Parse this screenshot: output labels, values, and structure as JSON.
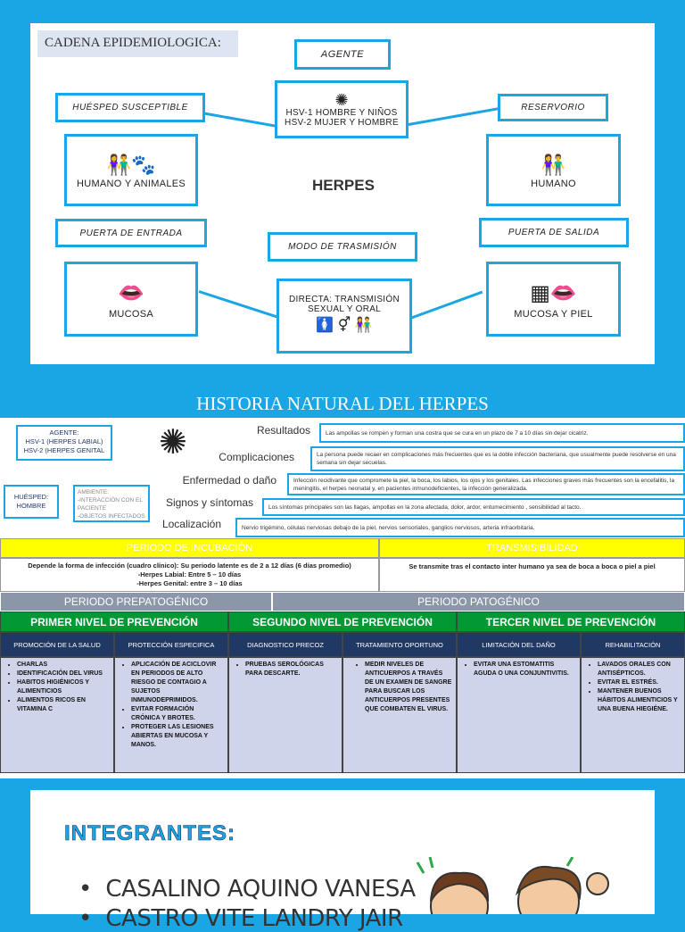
{
  "cadena": {
    "title": "CADENA EPIDEMIOLOGICA:",
    "agente_label": "AGENTE",
    "agente_text": [
      "HSV-1 HOMBRE Y NIÑOS",
      "HSV-2 MUJER Y HOMBRE"
    ],
    "huesped_label": "HUÉSPED SUSCEPTIBLE",
    "huesped_text": "HUMANO Y ANIMALES",
    "reservorio_label": "RESERVORIO",
    "reservorio_text": "HUMANO",
    "center": "HERPES",
    "entrada_label": "PUERTA DE ENTRADA",
    "entrada_text": "MUCOSA",
    "salida_label": "PUERTA DE SALIDA",
    "salida_text": "MUCOSA Y PIEL",
    "modo_label": "MODO DE TRASMISIÓN",
    "modo_text": [
      "DIRECTA: TRANSMISIÓN",
      "SEXUAL Y ORAL"
    ]
  },
  "historia": {
    "title": "HISTORIA NATURAL DEL HERPES",
    "agente": [
      "AGENTE:",
      "HSV-1 (HERPES LABIAL)",
      "HSV-2 (HERPES GENITAL"
    ],
    "huesped": [
      "HUÉSPED:",
      "HOMBRE"
    ],
    "ambiente": [
      "AMBIENTE:",
      "-INTERACCIÓN CON EL",
      "PACIENTE",
      "-OBJETOS INFECTADOS"
    ],
    "rows": [
      {
        "label": "Resultados",
        "text": "Las ampollas se rompen y forman una costra que se cura en un plazo de 7 a 10 días sin dejar cicatriz."
      },
      {
        "label": "Complicaciones",
        "text": "La persona puede recaer en complicaciones más frecuentes que es la doble infección bacteriana, que usualmente puede resolverse en una semana sin dejar secuelas."
      },
      {
        "label": "Enfermedad o daño",
        "text": "Infección recidivante que compromete la piel, la boca, los labios, los ojos y los genitales. Las infecciones graves más frecuentes son la encefalitis, la meningitis, el herpes neonatal y, en pacientes inmunodeficientes, la infección generalizada."
      },
      {
        "label": "Signos y síntomas",
        "text": "Los síntomas principales son las llagas, ampollas en la zona afectada, dolor, ardor, entumecimiento , sensibilidad al tacto."
      },
      {
        "label": "Localización",
        "text": "Nervio trigémino, células nerviosas debajo de la piel, nervios sensoriales, ganglios nerviosos, arteria infraorbitaria."
      }
    ],
    "incubacion_header": "PERIODO DE INCUBACIÓN",
    "transmisibilidad_header": "TRANSMISIBILIDAD",
    "incubacion_text": [
      "Depende la forma de infección (cuadro clínico): Su periodo latente es de 2 a 12 días (6 días promedio)",
      "-Herpes Labial: Entre 5 – 10 días",
      "-Herpes Genital: entre 3 – 10 días"
    ],
    "transmisibilidad_text": "Se transmite tras el contacto inter humano ya sea de boca a boca o piel a piel",
    "prepatogenico": "PERIODO PREPATOGÉNICO",
    "patogenico": "PERIODO PATOGÉNICO",
    "niveles": [
      "PRIMER NIVEL DE PREVENCIÓN",
      "SEGUNDO NIVEL DE PREVENCIÓN",
      "TERCER NIVEL DE PREVENCIÓN"
    ],
    "subheaders": [
      "PROMOCIÓN DE LA SALUD",
      "PROTECCIÓN ESPECIFICA",
      "DIAGNOSTICO PRECOZ",
      "TRATAMIENTO OPORTUNO",
      "LIMITACIÓN DEL DAÑO",
      "REHABILITACIÓN"
    ],
    "columns": [
      [
        "CHARLAS",
        "IDENTIFICACIÓN DEL VIRUS",
        "HABITOS HIGIÉNICOS Y ALIMENTICIOS",
        "ALIMENTOS RICOS EN VITAMINA C"
      ],
      [
        "APLICACIÓN DE ACICLOVIR EN PERIODOS DE ALTO RIESGO DE CONTAGIO A SUJETOS INMUNODEPRIMIDOS.",
        "EVITAR FORMACIÓN CRÓNICA Y BROTES.",
        "PROTEGER LAS LESIONES ABIERTAS EN MUCOSA Y MANOS."
      ],
      [
        "PRUEBAS SEROLÓGICAS PARA DESCARTE."
      ],
      [
        "MEDIR NIVELES DE ANTICUERPOS A TRAVÉS DE UN EXAMEN DE SANGRE PARA BUSCAR LOS ANTICUERPOS PRESENTES QUE COMBATEN EL VIRUS."
      ],
      [
        "EVITAR UNA ESTOMATITIS AGUDA O UNA CONJUNTIVITIS."
      ],
      [
        "LAVADOS ORALES CON ANTISÉPTICOS.",
        "EVITAR EL ESTRÉS.",
        "MANTENER BUENOS HÁBITOS ALIMENTICIOS Y UNA BUENA HIEGIÉNE."
      ]
    ]
  },
  "integrantes": {
    "title": "INTEGRANTES:",
    "names": [
      "CASALINO AQUINO VANESA",
      "CASTRO VITE LANDRY JAIR"
    ]
  },
  "colors": {
    "accent": "#1aa6e4",
    "yellow": "#ffff00",
    "green": "#009933",
    "navy": "#1f3864",
    "lavender": "#d0d4ea",
    "grey": "#8b96a8"
  }
}
